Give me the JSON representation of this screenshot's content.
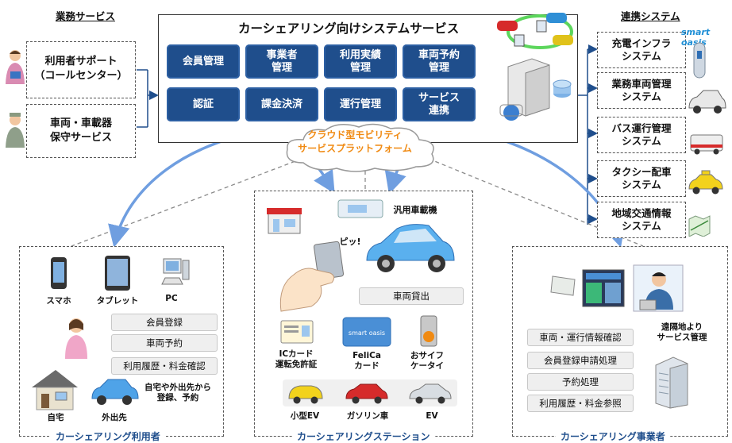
{
  "left_header": "業務サービス",
  "right_header": "連携システム",
  "left_services": [
    "利用者サポート\n（コールセンター）",
    "車両・車載器\n保守サービス"
  ],
  "system": {
    "title": "カーシェアリング向けシステムサービス",
    "functions": [
      "会員管理",
      "事業者\n管理",
      "利用実績\n管理",
      "車両予約\n管理",
      "認証",
      "課金決済",
      "運行管理",
      "サービス\n連携"
    ]
  },
  "cloud_label": "クラウド型モビリティ\nサービスプラットフォーム",
  "external_systems": [
    "充電インフラ\nシステム",
    "業務車両管理\nシステム",
    "バス運行管理\nシステム",
    "タクシー配車\nシステム",
    "地域交通情報\nシステム"
  ],
  "logo_text": "smart oasis",
  "card_logo_text": "smart oasis",
  "user_panel": {
    "caption": "カーシェアリング利用者",
    "devices": [
      "スマホ",
      "タブレット",
      "PC"
    ],
    "actions": [
      "会員登録",
      "車両予約",
      "利用履歴・料金確認"
    ],
    "home": "自宅",
    "outside": "外出先",
    "note": "自宅や外出先から\n登録、予約"
  },
  "station_panel": {
    "caption": "カーシェアリングステーション",
    "onboard": "汎用車載機",
    "beep": "ピッ!",
    "rental": "車両貸出",
    "cards": [
      "ICカード\n運転免許証",
      "FeliCa\nカード",
      "おサイフ\nケータイ"
    ],
    "vehicles": [
      "小型EV",
      "ガソリン車",
      "EV"
    ]
  },
  "operator_panel": {
    "caption": "カーシェアリング事業者",
    "remote": "遠隔地より\nサービス管理",
    "actions": [
      "車両・運行情報確認",
      "会員登録申請処理",
      "予約処理",
      "利用履歴・料金参照"
    ]
  },
  "colors": {
    "function_box": "#1f4e8c",
    "arrow": "#6f9ee0",
    "cloud_text": "#f08a12",
    "caption": "#1f4e8c"
  }
}
